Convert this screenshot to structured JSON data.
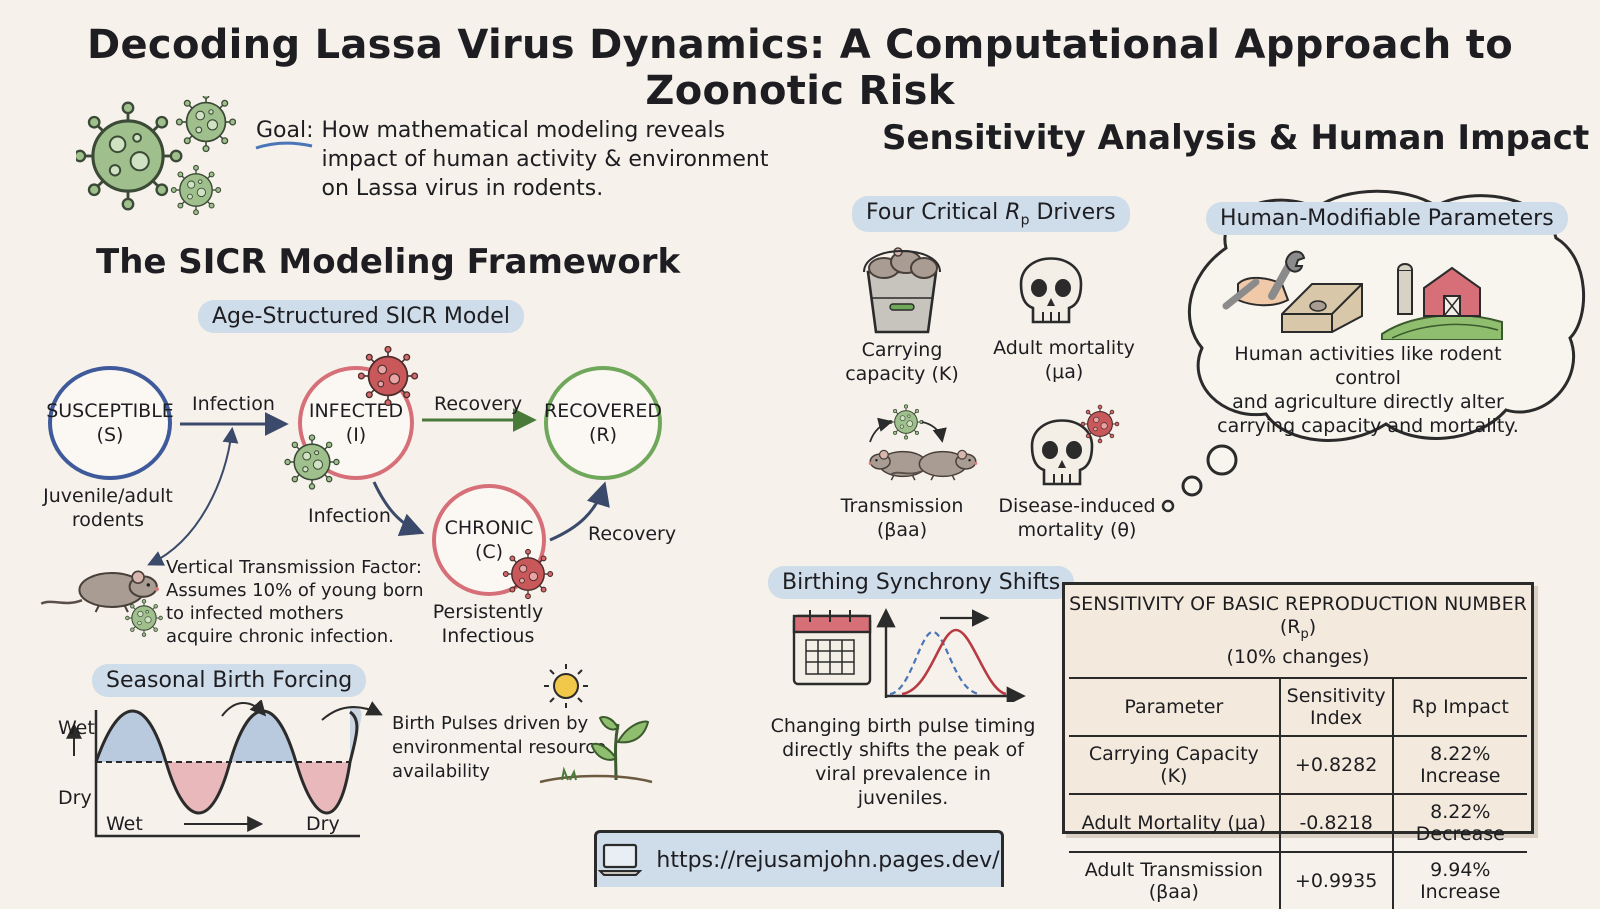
{
  "title": "Decoding Lassa Virus Dynamics: A Computational Approach to Zoonotic Risk",
  "goal": {
    "label": "Goal:",
    "lines": [
      "How mathematical modeling reveals",
      "impact of human activity & environment",
      "on Lassa virus in rodents."
    ]
  },
  "sicr": {
    "heading": "The SICR Modeling Framework",
    "pill": "Age-Structured SICR Model",
    "susceptible": {
      "name": "SUSCEPTIBLE",
      "code": "(S)",
      "caption": [
        "Juvenile/adult",
        "rodents"
      ]
    },
    "infected": {
      "name": "INFECTED",
      "code": "(I)"
    },
    "recovered": {
      "name": "RECOVERED",
      "code": "(R)"
    },
    "chronic": {
      "name": "CHRONIC",
      "code": "(C)",
      "caption": [
        "Persistently",
        "Infectious"
      ]
    },
    "arrow_infection_1": "Infection",
    "arrow_recovery_1": "Recovery",
    "arrow_infection_2": "Infection",
    "arrow_recovery_2": "Recovery",
    "vertical": [
      "Vertical Transmission Factor:",
      "Assumes 10% of young born",
      "to infected mothers",
      "acquire chronic infection."
    ]
  },
  "seasonal": {
    "pill": "Seasonal Birth Forcing",
    "y_top": "Wet",
    "y_bottom": "Dry",
    "x_left": "Wet",
    "x_right": "Dry",
    "note": [
      "Birth Pulses driven by",
      "environmental resource",
      "availability"
    ]
  },
  "sensitivity": {
    "heading": "Sensitivity Analysis & Human Impact",
    "drivers_pill_pre": "Four Critical ",
    "drivers_pill_r": "R",
    "drivers_pill_sub": "p",
    "drivers_pill_post": " Drivers",
    "drivers": [
      {
        "lines": [
          "Carrying",
          "capacity (K)"
        ],
        "icon": "bucket-of-rodents-icon"
      },
      {
        "lines": [
          "Adult mortality",
          "(μa)"
        ],
        "icon": "skull-icon"
      },
      {
        "lines": [
          "Transmission",
          "(βaa)"
        ],
        "icon": "rodent-transmission-icon"
      },
      {
        "lines": [
          "Disease-induced",
          "mortality (θ)"
        ],
        "icon": "skull-virus-icon"
      }
    ]
  },
  "human": {
    "title": "Human-Modifiable Parameters",
    "text": [
      "Human activities like rodent control",
      "and agriculture directly alter",
      "carrying capacity and mortality."
    ]
  },
  "birthing": {
    "pill": "Birthing Synchrony Shifts",
    "text": [
      "Changing birth pulse timing",
      "directly shifts the peak of",
      "viral prevalence in juveniles."
    ]
  },
  "table": {
    "title_pre": "SENSITIVITY OF BASIC REPRODUCTION NUMBER (R",
    "title_sub": "p",
    "title_post": ")",
    "subtitle": "(10% changes)",
    "headers": [
      "Parameter",
      "Sensitivity Index",
      "Rp Impact"
    ],
    "rows": [
      [
        "Carrying Capacity (K)",
        "+0.8282",
        "8.22% Increase"
      ],
      [
        "Adult Mortality (μa)",
        "-0.8218",
        "8.22% Decrease"
      ],
      [
        "Adult Transmission (βaa)",
        "+0.9935",
        "9.94% Increase"
      ]
    ]
  },
  "url": "https://rejusamjohn.pages.dev/",
  "colors": {
    "susceptible": "#3f5a9a",
    "infected": "#d66f78",
    "recovered": "#6fa85a",
    "chronic": "#d66f78",
    "pill": "#cfdce9",
    "virus_green": "#9fc08d",
    "virus_red": "#c9585a",
    "wet_fill": "#9fb8d8",
    "dry_fill": "#e4a0a6"
  }
}
